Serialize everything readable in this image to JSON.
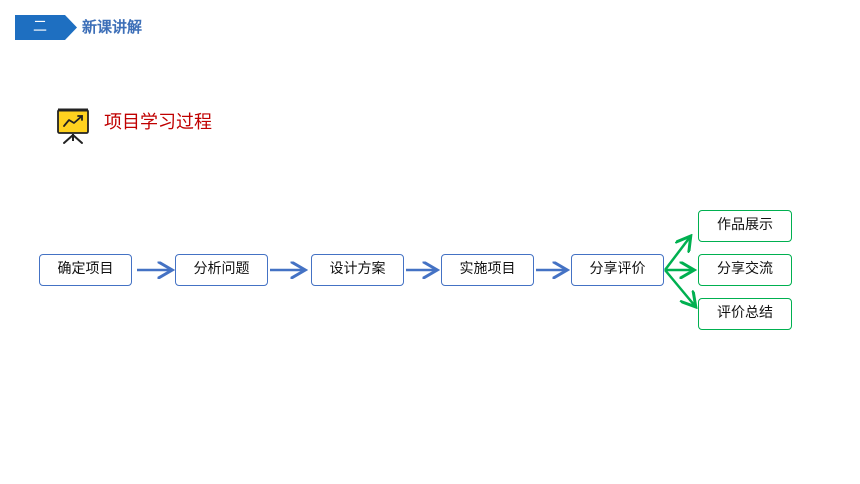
{
  "header": {
    "section_number": "二",
    "section_title": "新课讲解",
    "accent_color": "#1e6fc1"
  },
  "main": {
    "heading": "项目学习过程",
    "heading_color": "#c00000",
    "heading_icon": "presentation-chart-icon",
    "steps": [
      {
        "label": "确定项目"
      },
      {
        "label": "分析问题"
      },
      {
        "label": "设计方案"
      },
      {
        "label": "实施项目"
      },
      {
        "label": "分享评价"
      }
    ],
    "outcomes": [
      {
        "label": "作品展示"
      },
      {
        "label": "分享交流"
      },
      {
        "label": "评价总结"
      }
    ],
    "step_color": "#4472c4",
    "outcome_color": "#00b050"
  }
}
